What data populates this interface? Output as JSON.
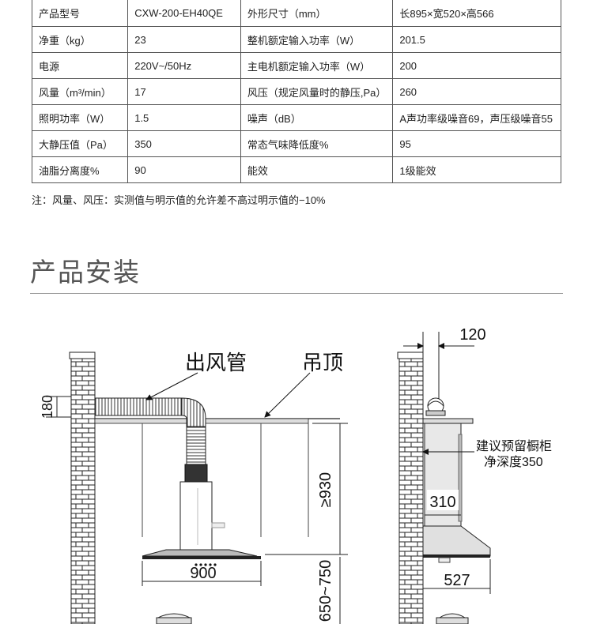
{
  "spec_table": {
    "rows": [
      [
        "产品型号",
        "CXW-200-EH40QE",
        "外形尺寸（mm）",
        "长895×宽520×高566"
      ],
      [
        "净重（kg）",
        "23",
        "整机额定输入功率（W）",
        "201.5"
      ],
      [
        "电源",
        "220V~/50Hz",
        "主电机额定输入功率（W）",
        "200"
      ],
      [
        "风量（m³/min）",
        "17",
        "风压（规定风量时的静压,Pa）",
        "260"
      ],
      [
        "照明功率（W）",
        "1.5",
        "噪声（dB）",
        "A声功率级噪音69，声压级噪音55"
      ],
      [
        "大静压值（Pa）",
        "350",
        "常态气味降低度%",
        "95"
      ],
      [
        "油脂分离度%",
        "90",
        "能效",
        "1级能效"
      ]
    ]
  },
  "note": "注：风量、风压：实测值与明示值的允许差不高过明示值的−10%",
  "section_title": "产品安装",
  "diagram": {
    "labels": {
      "duct": "出风管",
      "ceiling": "吊顶",
      "dim_180": "180",
      "dim_930": "≥930",
      "dim_900": "900",
      "dim_650_750": "650~750",
      "dim_120": "120",
      "cabinet_depth_1": "建议预留橱柜",
      "cabinet_depth_2": "净深度350",
      "dim_310": "310",
      "dim_527": "527"
    }
  }
}
